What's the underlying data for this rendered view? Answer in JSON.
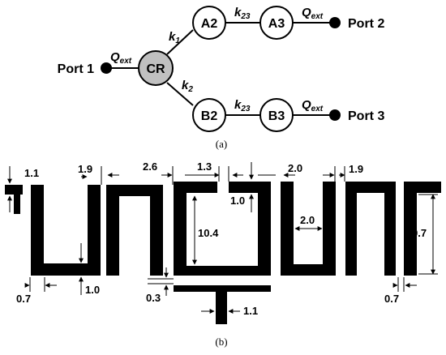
{
  "coupling": {
    "nodes": {
      "cr": "CR",
      "a2": "A2",
      "a3": "A3",
      "b2": "B2",
      "b3": "B3"
    },
    "ports": {
      "p1": "Port 1",
      "p2": "Port 2",
      "p3": "Port 3"
    },
    "labels": {
      "q_ext_main": "Q",
      "q_ext_sub": "ext",
      "k_main": "k",
      "k1_sub": "1",
      "k2_sub": "2",
      "k23_sub": "23"
    },
    "caption": "(a)"
  },
  "layout": {
    "dims": {
      "d1_1": "1.1",
      "d1_9a": "1.9",
      "d2_6": "2.6",
      "d1_3": "1.3",
      "d2_0a": "2.0",
      "d1_9b": "1.9",
      "d1_0a": "1.0",
      "d10_4": "10.4",
      "d2_0b": "2.0",
      "d9_7": "9.7",
      "d0_7a": "0.7",
      "d1_0b": "1.0",
      "d0_3": "0.3",
      "d1_1b": "1.1",
      "d0_7b": "0.7"
    },
    "caption": "(b)"
  },
  "colors": {
    "ink": "#000000",
    "cr_fill": "#c0c0c0",
    "node_fill": "#ffffff"
  }
}
